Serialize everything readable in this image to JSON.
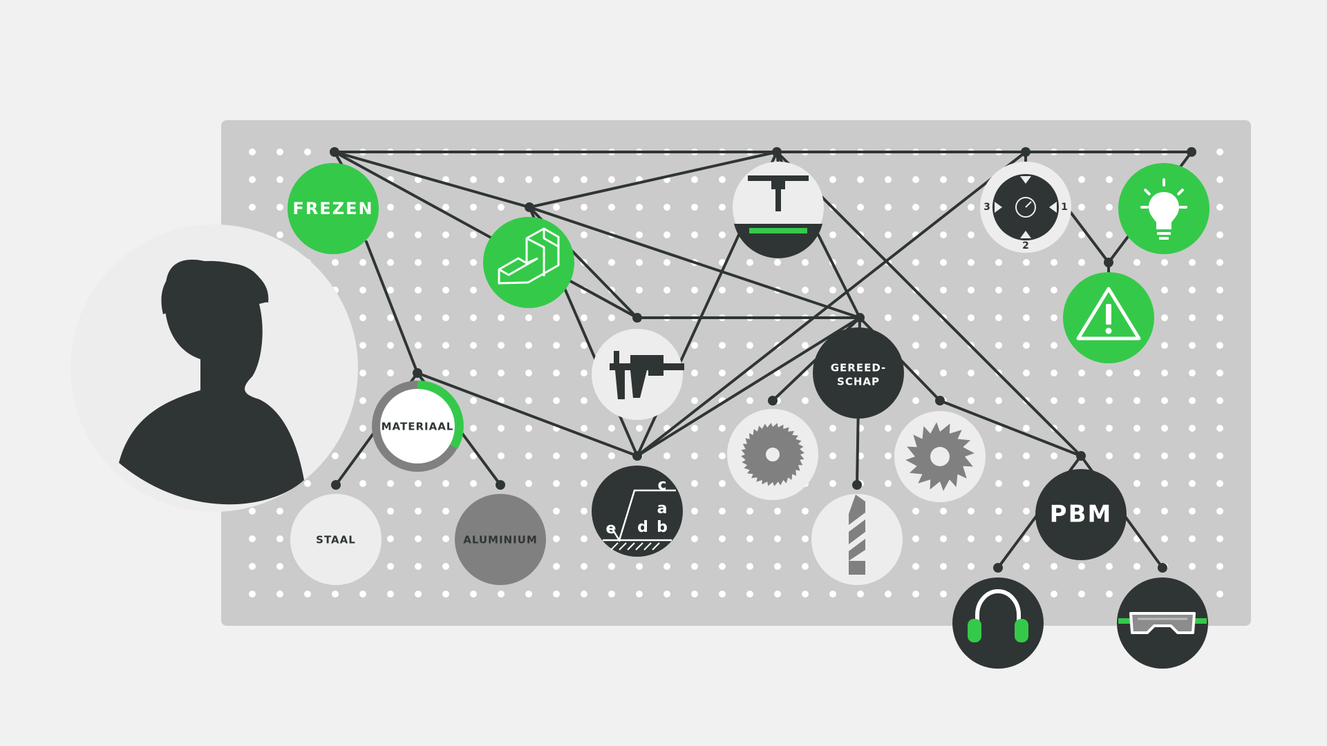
{
  "colors": {
    "background": "#f1f1f1",
    "board": "#cbcbcb",
    "hole": "#ffffff",
    "dark": "#2f3534",
    "green": "#35c94a",
    "mid_gray": "#808080",
    "light": "#ededed",
    "line": "#2f3534"
  },
  "nodes": {
    "frezen": "FREZEN",
    "materiaal": "MATERIAAL",
    "staal": "STAAL",
    "aluminium": "ALUMINIUM",
    "gereedschap_line1": "GEREED-",
    "gereedschap_line2": "SCHAP",
    "pbm": "PBM"
  },
  "dial_labels": {
    "one": "1",
    "two": "2",
    "three": "3"
  },
  "formula_letters": {
    "a": "a",
    "b": "b",
    "c": "c",
    "d": "d",
    "e": "e"
  },
  "icons": [
    "person-silhouette-icon",
    "milling-part-icon",
    "milling-machine-icon",
    "caliper-icon",
    "dial-icon",
    "lightbulb-icon",
    "warning-icon",
    "formula-icon",
    "saw-blade-icon",
    "saw-blade-coarse-icon",
    "drill-bit-icon",
    "ear-protection-icon",
    "safety-glasses-icon"
  ]
}
